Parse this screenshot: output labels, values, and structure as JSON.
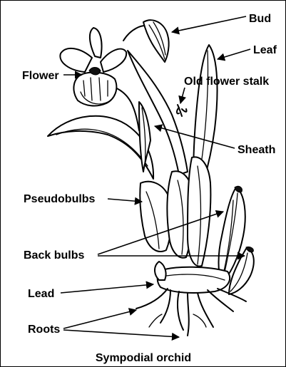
{
  "labels": {
    "bud": "Bud",
    "leaf": "Leaf",
    "flower": "Flower",
    "old_flower_stalk": "Old flower stalk",
    "sheath": "Sheath",
    "pseudobulbs": "Pseudobulbs",
    "back_bulbs": "Back bulbs",
    "lead": "Lead",
    "roots": "Roots"
  },
  "caption": "Sympodial orchid"
}
